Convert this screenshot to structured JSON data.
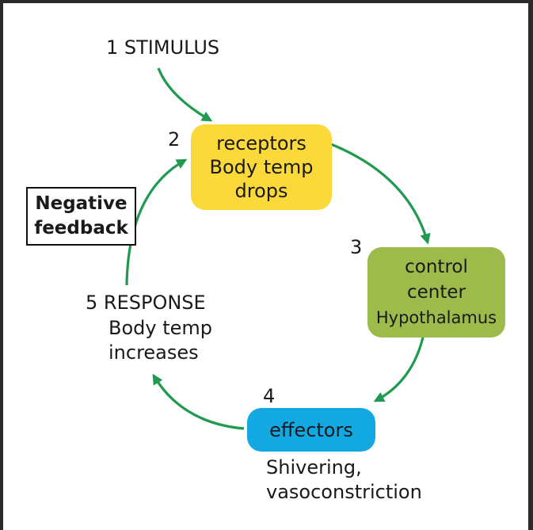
{
  "diagram": {
    "colors": {
      "arrow": "#1f9a4f",
      "receptors": "#fcd93a",
      "control_center": "#9dbb4a",
      "effectors": "#14a8e3"
    },
    "steps": {
      "stimulus": "1 STIMULUS",
      "receptors_number": "2",
      "receptors": [
        "receptors",
        "Body temp",
        "drops"
      ],
      "control_number": "3",
      "control_center": [
        "control",
        "center",
        "Hypothalamus"
      ],
      "effectors_number": "4",
      "effectors": "effectors",
      "effectors_note": [
        "Shivering,",
        "vasoconstriction"
      ],
      "response": [
        "5 RESPONSE",
        "Body temp",
        "increases"
      ]
    },
    "feedback_label": [
      "Negative",
      "feedback"
    ]
  }
}
